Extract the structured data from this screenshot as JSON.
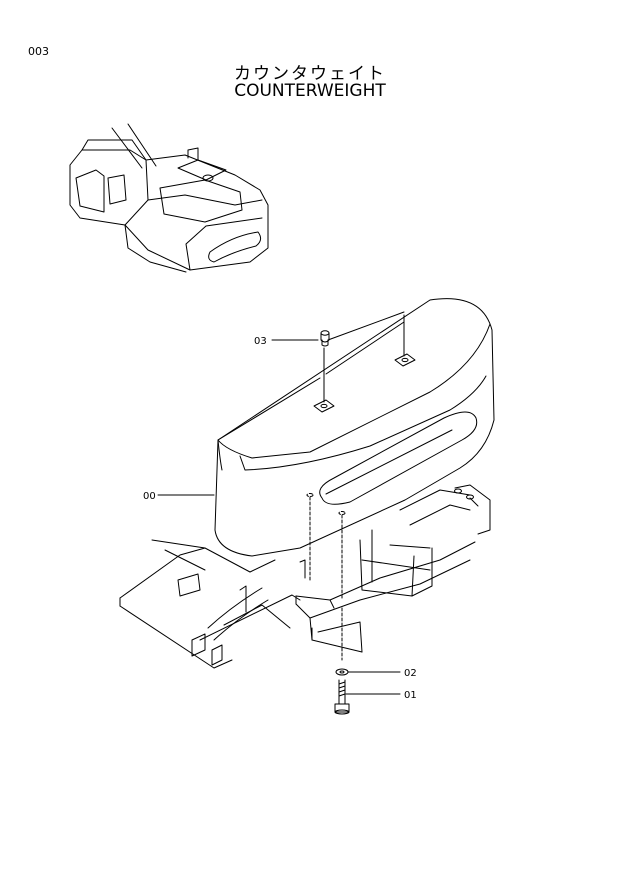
{
  "page": {
    "number": "003"
  },
  "title": {
    "japanese": "カウンタウェイト",
    "english": "COUNTERWEIGHT"
  },
  "callouts": [
    {
      "id": "03",
      "part": "cap"
    },
    {
      "id": "00",
      "part": "counterweight"
    },
    {
      "id": "02",
      "part": "washer"
    },
    {
      "id": "01",
      "part": "bolt"
    }
  ]
}
